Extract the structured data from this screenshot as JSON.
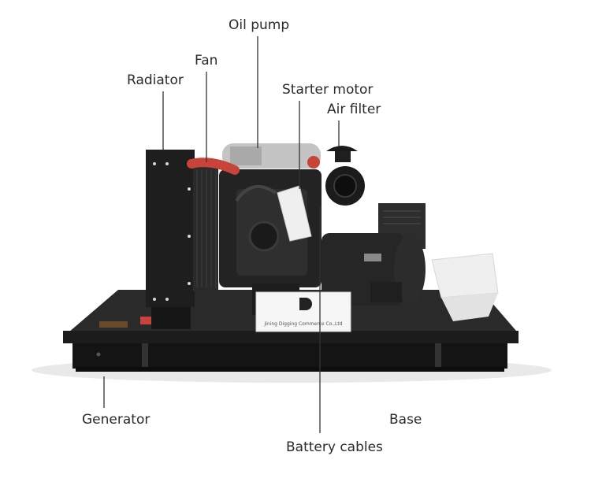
{
  "labels": {
    "oil_pump": "Oil pump",
    "fan": "Fan",
    "radiator": "Radiator",
    "starter_motor": "Starter motor",
    "air_filter": "Air filter",
    "generator": "Generator",
    "base": "Base",
    "battery_cables": "Battery cables"
  },
  "nameplate": {
    "company": "Jining Digging Commerce Co.,Ltd"
  },
  "colors": {
    "frame": "#1a1a1a",
    "metal": "#2b2b2b",
    "leader": "#333333",
    "hose": "#c8443a",
    "muffler": "#bdbdbd"
  }
}
